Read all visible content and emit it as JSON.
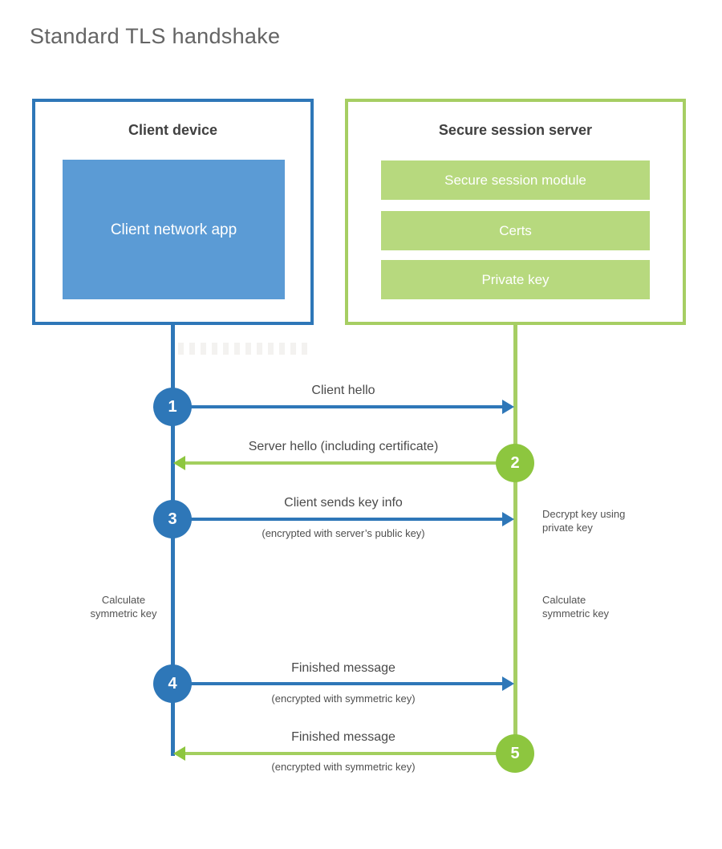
{
  "title": "Standard TLS handshake",
  "colors": {
    "blue_primary": "#2e77b8",
    "blue_fill": "#5b9bd5",
    "green_line": "#a6ce63",
    "green_circle": "#8dc63f",
    "green_fill": "#b7d97e",
    "text_dark": "#404040",
    "text_gray": "#4f4f4f"
  },
  "client_box": {
    "title": "Client device",
    "app_label": "Client network app"
  },
  "server_box": {
    "title": "Secure session server",
    "modules": [
      {
        "label": "Secure session module"
      },
      {
        "label": "Certs"
      },
      {
        "label": "Private key"
      }
    ]
  },
  "steps": [
    {
      "number": "1",
      "actor": "client",
      "direction": "right",
      "label": "Client hello",
      "sublabel": ""
    },
    {
      "number": "2",
      "actor": "server",
      "direction": "left",
      "label": "Server hello (including certificate)",
      "sublabel": ""
    },
    {
      "number": "3",
      "actor": "client",
      "direction": "right",
      "label": "Client sends key info",
      "sublabel": "(encrypted with server’s public key)"
    },
    {
      "number": "4",
      "actor": "client",
      "direction": "right",
      "label": "Finished message",
      "sublabel": "(encrypted with symmetric key)"
    },
    {
      "number": "5",
      "actor": "server",
      "direction": "left",
      "label": "Finished message",
      "sublabel": "(encrypted with symmetric key)"
    }
  ],
  "notes": {
    "decrypt": "Decrypt key using private key",
    "calc_left": "Calculate symmetric key",
    "calc_right": "Calculate symmetric key"
  }
}
